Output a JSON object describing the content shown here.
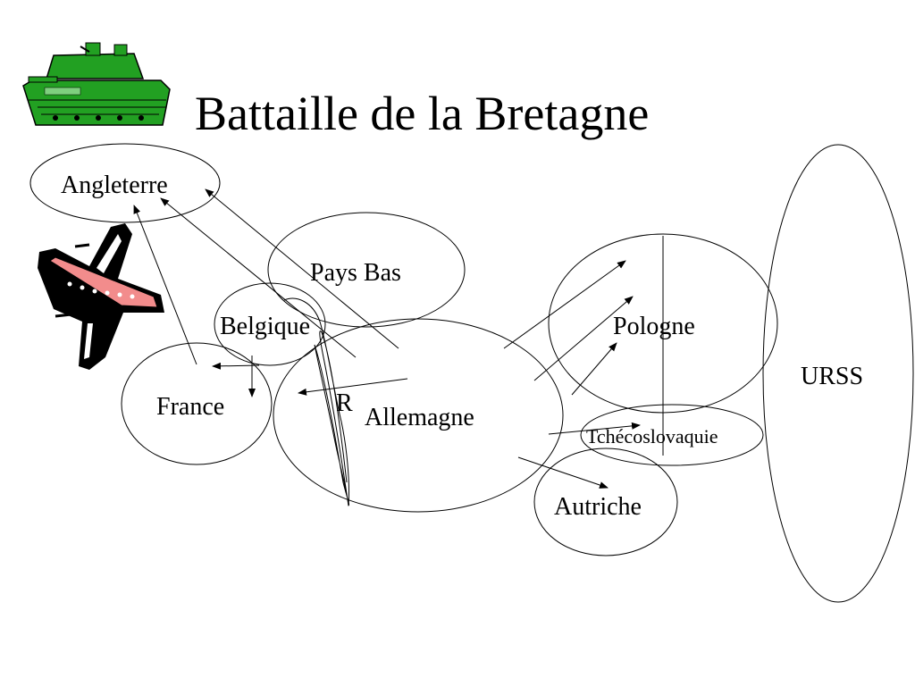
{
  "title": "Battaille de la Bretagne",
  "regions": {
    "angleterre": "Angleterre",
    "pays_bas": "Pays Bas",
    "belgique": "Belgique",
    "france": "France",
    "allemagne": "Allemagne",
    "pologne": "Pologne",
    "urss": "URSS",
    "tchecoslovaquie": "Tchécoslovaquie",
    "autriche": "Autriche"
  },
  "marker_r": "R",
  "icons": {
    "tank": "tank-icon",
    "plane": "plane-icon"
  },
  "colors": {
    "tank": "#22a022",
    "plane_stripe": "#f28c8c",
    "ink": "#000000"
  }
}
